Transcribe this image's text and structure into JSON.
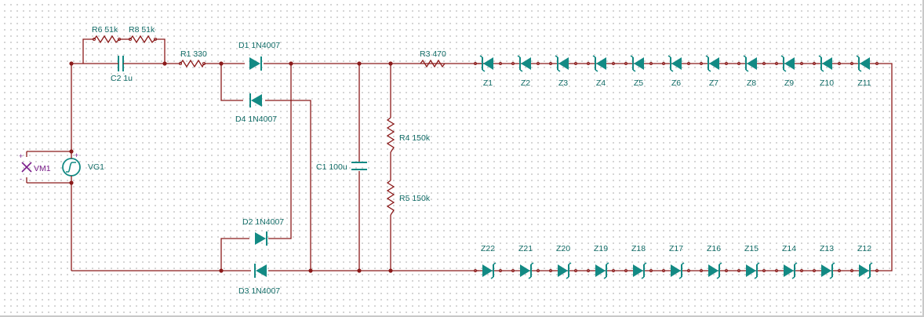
{
  "colors": {
    "wire": "#8b1a1a",
    "component": "#138a84",
    "label": "#116b66",
    "meter": "#7a1f8a",
    "background": "#ffffff",
    "grid_dot": "#c9c9c9"
  },
  "components": {
    "R6": "R6 51k",
    "R8": "R8 51k",
    "C2": "C2 1u",
    "R1": "R1 330",
    "D1": "D1 1N4007",
    "D4": "D4 1N4007",
    "D2": "D2 1N4007",
    "D3": "D3 1N4007",
    "R3": "R3 470",
    "C1": "C1 100u",
    "R4": "R4 150k",
    "R5": "R5 150k",
    "VG1": "VG1",
    "VM1": "VM1",
    "plus": "+",
    "minus": "-"
  },
  "zeners_top": [
    "Z1",
    "Z2",
    "Z3",
    "Z4",
    "Z5",
    "Z6",
    "Z7",
    "Z8",
    "Z9",
    "Z10",
    "Z11"
  ],
  "zeners_bottom": [
    "Z22",
    "Z21",
    "Z20",
    "Z19",
    "Z18",
    "Z17",
    "Z16",
    "Z15",
    "Z14",
    "Z13",
    "Z12"
  ]
}
